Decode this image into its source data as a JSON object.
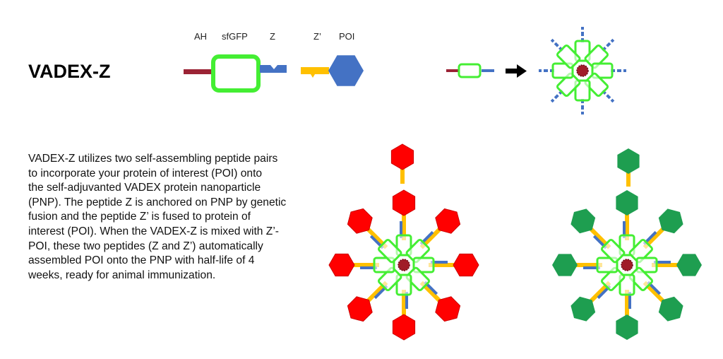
{
  "title": "VADEX-Z",
  "construct_labels": {
    "ah": "AH",
    "sfgfp": "sfGFP",
    "z": "Z",
    "z_prime": "Z’",
    "poi": "POI"
  },
  "description_lines": [
    "VADEX-Z utilizes two self-assembling peptide pairs",
    "to incorporate your protein of interest (POI) onto",
    "the self-adjuvanted VADEX protein nanoparticle",
    "(PNP). The peptide Z is anchored on PNP by genetic",
    "fusion and the peptide Z’ is fused to protein of",
    "interest (POI). When the VADEX-Z is mixed with Z’-",
    "POI, these two peptides (Z and Z’) automatically",
    "assembled POI onto the PNP with half-life of 4",
    "weeks, ready for animal immunization."
  ],
  "colors": {
    "ah": "#9b2335",
    "sfgfp": "#44ee33",
    "z": "#4472c4",
    "z_prime": "#ffc000",
    "poi_blue": "#4472c4",
    "poi_red": "#ff0000",
    "poi_green": "#1e9e50",
    "core": "#a01c28"
  }
}
